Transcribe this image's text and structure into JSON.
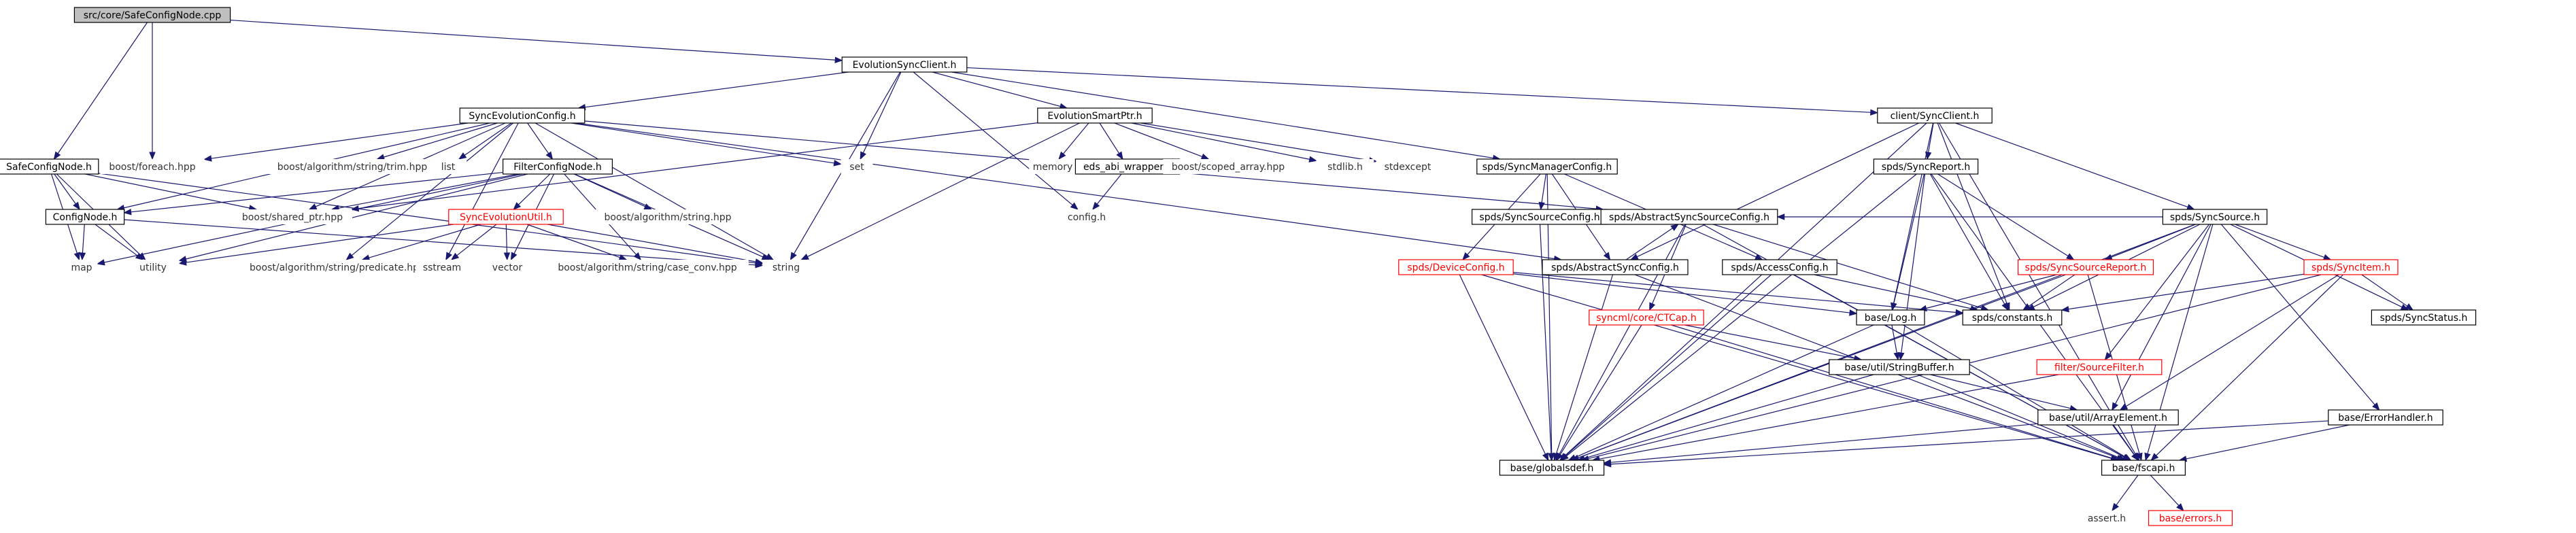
{
  "graph": {
    "nodes": [
      {
        "id": "root",
        "label": "src/core/SafeConfigNode.cpp",
        "style": "root",
        "interactable": true
      },
      {
        "id": "evo_client",
        "label": "EvolutionSyncClient.h",
        "style": "box",
        "interactable": true
      },
      {
        "id": "safecfg",
        "label": "SafeConfigNode.h",
        "style": "box",
        "interactable": true
      },
      {
        "id": "foreach",
        "label": "boost/foreach.hpp",
        "style": "plain",
        "interactable": false
      },
      {
        "id": "syncevo_cfg",
        "label": "SyncEvolutionConfig.h",
        "style": "box",
        "interactable": true
      },
      {
        "id": "evo_smart",
        "label": "EvolutionSmartPtr.h",
        "style": "box",
        "interactable": true
      },
      {
        "id": "client_sync",
        "label": "client/SyncClient.h",
        "style": "box",
        "interactable": true
      },
      {
        "id": "trim",
        "label": "boost/algorithm/string/trim.hpp",
        "style": "plain",
        "interactable": false
      },
      {
        "id": "list",
        "label": "list",
        "style": "plain",
        "interactable": false
      },
      {
        "id": "set",
        "label": "set",
        "style": "plain",
        "interactable": false
      },
      {
        "id": "memory",
        "label": "memory",
        "style": "plain",
        "interactable": false
      },
      {
        "id": "eds_abi",
        "label": "eds_abi_wrapper.h",
        "style": "box",
        "interactable": true
      },
      {
        "id": "scoped_array",
        "label": "boost/scoped_array.hpp",
        "style": "plain",
        "interactable": false
      },
      {
        "id": "stdlib",
        "label": "stdlib.h",
        "style": "plain",
        "interactable": false
      },
      {
        "id": "stdexcept",
        "label": "stdexcept",
        "style": "plain",
        "interactable": false
      },
      {
        "id": "filter_cfg",
        "label": "FilterConfigNode.h",
        "style": "box",
        "interactable": true
      },
      {
        "id": "cfgnode",
        "label": "ConfigNode.h",
        "style": "box",
        "interactable": true
      },
      {
        "id": "shared_ptr",
        "label": "boost/shared_ptr.hpp",
        "style": "plain",
        "interactable": false
      },
      {
        "id": "syncevo_util",
        "label": "SyncEvolutionUtil.h",
        "style": "red",
        "interactable": true
      },
      {
        "id": "alg_string",
        "label": "boost/algorithm/string.hpp",
        "style": "plain",
        "interactable": false
      },
      {
        "id": "config_h",
        "label": "config.h",
        "style": "plain",
        "interactable": false
      },
      {
        "id": "spds_mgr",
        "label": "spds/SyncManagerConfig.h",
        "style": "box",
        "interactable": true
      },
      {
        "id": "spds_report",
        "label": "spds/SyncReport.h",
        "style": "box",
        "interactable": true
      },
      {
        "id": "spds_srccfg",
        "label": "spds/SyncSourceConfig.h",
        "style": "box",
        "interactable": true
      },
      {
        "id": "spds_abssrccfg",
        "label": "spds/AbstractSyncSourceConfig.h",
        "style": "box",
        "interactable": true
      },
      {
        "id": "spds_source",
        "label": "spds/SyncSource.h",
        "style": "box",
        "interactable": true
      },
      {
        "id": "map",
        "label": "map",
        "style": "plain",
        "interactable": false
      },
      {
        "id": "utility",
        "label": "utility",
        "style": "plain",
        "interactable": false
      },
      {
        "id": "predicate",
        "label": "boost/algorithm/string/predicate.hpp",
        "style": "plain",
        "interactable": false
      },
      {
        "id": "sstream",
        "label": "sstream",
        "style": "plain",
        "interactable": false
      },
      {
        "id": "vector",
        "label": "vector",
        "style": "plain",
        "interactable": false
      },
      {
        "id": "case_conv",
        "label": "boost/algorithm/string/case_conv.hpp",
        "style": "plain",
        "interactable": false
      },
      {
        "id": "string",
        "label": "string",
        "style": "plain",
        "interactable": false
      },
      {
        "id": "spds_devcfg",
        "label": "spds/DeviceConfig.h",
        "style": "red",
        "interactable": true
      },
      {
        "id": "spds_abscfg",
        "label": "spds/AbstractSyncConfig.h",
        "style": "box",
        "interactable": true
      },
      {
        "id": "spds_access",
        "label": "spds/AccessConfig.h",
        "style": "box",
        "interactable": true
      },
      {
        "id": "spds_srcreport",
        "label": "spds/SyncSourceReport.h",
        "style": "red",
        "interactable": true
      },
      {
        "id": "spds_item",
        "label": "spds/SyncItem.h",
        "style": "red",
        "interactable": true
      },
      {
        "id": "syncml_ctcap",
        "label": "syncml/core/CTCap.h",
        "style": "red",
        "interactable": true
      },
      {
        "id": "base_log",
        "label": "base/Log.h",
        "style": "box",
        "interactable": true
      },
      {
        "id": "spds_const",
        "label": "spds/constants.h",
        "style": "box",
        "interactable": true
      },
      {
        "id": "spds_status",
        "label": "spds/SyncStatus.h",
        "style": "box",
        "interactable": true
      },
      {
        "id": "strbuf",
        "label": "base/util/StringBuffer.h",
        "style": "box",
        "interactable": true
      },
      {
        "id": "filter_src",
        "label": "filter/SourceFilter.h",
        "style": "red",
        "interactable": true
      },
      {
        "id": "arrelem",
        "label": "base/util/ArrayElement.h",
        "style": "box",
        "interactable": true
      },
      {
        "id": "errhandler",
        "label": "base/ErrorHandler.h",
        "style": "box",
        "interactable": true
      },
      {
        "id": "globaldef",
        "label": "base/globalsdef.h",
        "style": "box",
        "interactable": true
      },
      {
        "id": "fscapi",
        "label": "base/fscapi.h",
        "style": "box",
        "interactable": true
      },
      {
        "id": "assert_h",
        "label": "assert.h",
        "style": "plain",
        "interactable": false
      },
      {
        "id": "errors_h",
        "label": "base/errors.h",
        "style": "red",
        "interactable": true
      }
    ],
    "edges": [
      [
        "root",
        "evo_client"
      ],
      [
        "root",
        "safecfg"
      ],
      [
        "root",
        "foreach"
      ],
      [
        "evo_client",
        "syncevo_cfg"
      ],
      [
        "evo_client",
        "evo_smart"
      ],
      [
        "evo_client",
        "client_sync"
      ],
      [
        "evo_client",
        "set"
      ],
      [
        "evo_client",
        "config_h"
      ],
      [
        "evo_client",
        "string"
      ],
      [
        "evo_client",
        "spds_mgr"
      ],
      [
        "safecfg",
        "cfgnode"
      ],
      [
        "safecfg",
        "shared_ptr"
      ],
      [
        "safecfg",
        "map"
      ],
      [
        "safecfg",
        "utility"
      ],
      [
        "safecfg",
        "string"
      ],
      [
        "syncevo_cfg",
        "foreach"
      ],
      [
        "syncevo_cfg",
        "trim"
      ],
      [
        "syncevo_cfg",
        "list"
      ],
      [
        "syncevo_cfg",
        "set"
      ],
      [
        "syncevo_cfg",
        "filter_cfg"
      ],
      [
        "syncevo_cfg",
        "shared_ptr"
      ],
      [
        "syncevo_cfg",
        "spds_abssrccfg"
      ],
      [
        "syncevo_cfg",
        "spds_abscfg"
      ],
      [
        "syncevo_cfg",
        "string"
      ],
      [
        "syncevo_cfg",
        "sstream"
      ],
      [
        "syncevo_cfg",
        "predicate"
      ],
      [
        "syncevo_cfg",
        "cfgnode"
      ],
      [
        "evo_smart",
        "memory"
      ],
      [
        "evo_smart",
        "eds_abi"
      ],
      [
        "evo_smart",
        "scoped_array"
      ],
      [
        "evo_smart",
        "stdlib"
      ],
      [
        "evo_smart",
        "stdexcept"
      ],
      [
        "evo_smart",
        "shared_ptr"
      ],
      [
        "evo_smart",
        "string"
      ],
      [
        "eds_abi",
        "config_h"
      ],
      [
        "filter_cfg",
        "cfgnode"
      ],
      [
        "filter_cfg",
        "shared_ptr"
      ],
      [
        "filter_cfg",
        "syncevo_util"
      ],
      [
        "filter_cfg",
        "alg_string"
      ],
      [
        "filter_cfg",
        "string"
      ],
      [
        "filter_cfg",
        "map"
      ],
      [
        "filter_cfg",
        "utility"
      ],
      [
        "filter_cfg",
        "vector"
      ],
      [
        "filter_cfg",
        "case_conv"
      ],
      [
        "cfgnode",
        "map"
      ],
      [
        "cfgnode",
        "utility"
      ],
      [
        "cfgnode",
        "string"
      ],
      [
        "syncevo_util",
        "utility"
      ],
      [
        "syncevo_util",
        "predicate"
      ],
      [
        "syncevo_util",
        "sstream"
      ],
      [
        "syncevo_util",
        "vector"
      ],
      [
        "syncevo_util",
        "case_conv"
      ],
      [
        "syncevo_util",
        "string"
      ],
      [
        "client_sync",
        "spds_report"
      ],
      [
        "client_sync",
        "spds_abscfg"
      ],
      [
        "client_sync",
        "spds_source"
      ],
      [
        "client_sync",
        "base_log"
      ],
      [
        "client_sync",
        "spds_const"
      ],
      [
        "client_sync",
        "globaldef"
      ],
      [
        "client_sync",
        "fscapi"
      ],
      [
        "spds_mgr",
        "spds_srccfg"
      ],
      [
        "spds_mgr",
        "spds_devcfg"
      ],
      [
        "spds_mgr",
        "spds_abscfg"
      ],
      [
        "spds_mgr",
        "spds_access"
      ],
      [
        "spds_mgr",
        "globaldef"
      ],
      [
        "spds_srccfg",
        "spds_abssrccfg"
      ],
      [
        "spds_srccfg",
        "globaldef"
      ],
      [
        "spds_abscfg",
        "spds_abssrccfg"
      ],
      [
        "spds_abscfg",
        "fscapi"
      ],
      [
        "spds_abscfg",
        "globaldef"
      ],
      [
        "spds_access",
        "spds_const"
      ],
      [
        "spds_access",
        "fscapi"
      ],
      [
        "spds_access",
        "globaldef"
      ],
      [
        "spds_devcfg",
        "spds_const"
      ],
      [
        "spds_devcfg",
        "fscapi"
      ],
      [
        "spds_devcfg",
        "globaldef"
      ],
      [
        "spds_devcfg",
        "base_log"
      ],
      [
        "spds_abssrccfg",
        "syncml_ctcap"
      ],
      [
        "spds_abssrccfg",
        "spds_const"
      ],
      [
        "spds_abssrccfg",
        "fscapi"
      ],
      [
        "spds_abssrccfg",
        "globaldef"
      ],
      [
        "spds_report",
        "spds_srcreport"
      ],
      [
        "spds_report",
        "spds_const"
      ],
      [
        "spds_report",
        "base_log"
      ],
      [
        "spds_report",
        "strbuf"
      ],
      [
        "spds_report",
        "fscapi"
      ],
      [
        "spds_report",
        "globaldef"
      ],
      [
        "spds_source",
        "spds_srcreport"
      ],
      [
        "spds_source",
        "spds_item"
      ],
      [
        "spds_source",
        "spds_const"
      ],
      [
        "spds_source",
        "spds_status"
      ],
      [
        "spds_source",
        "filter_src"
      ],
      [
        "spds_source",
        "arrelem"
      ],
      [
        "spds_source",
        "errhandler"
      ],
      [
        "spds_source",
        "fscapi"
      ],
      [
        "spds_source",
        "globaldef"
      ],
      [
        "spds_source",
        "spds_abssrccfg"
      ],
      [
        "spds_srcreport",
        "spds_const"
      ],
      [
        "spds_srcreport",
        "base_log"
      ],
      [
        "spds_srcreport",
        "fscapi"
      ],
      [
        "spds_srcreport",
        "globaldef"
      ],
      [
        "spds_item",
        "spds_const"
      ],
      [
        "spds_item",
        "spds_status"
      ],
      [
        "spds_item",
        "arrelem"
      ],
      [
        "spds_item",
        "fscapi"
      ],
      [
        "spds_item",
        "globaldef"
      ],
      [
        "syncml_ctcap",
        "strbuf"
      ],
      [
        "syncml_ctcap",
        "fscapi"
      ],
      [
        "syncml_ctcap",
        "globaldef"
      ],
      [
        "base_log",
        "strbuf"
      ],
      [
        "base_log",
        "fscapi"
      ],
      [
        "base_log",
        "globaldef"
      ],
      [
        "strbuf",
        "arrelem"
      ],
      [
        "strbuf",
        "fscapi"
      ],
      [
        "strbuf",
        "globaldef"
      ],
      [
        "filter_src",
        "globaldef"
      ],
      [
        "arrelem",
        "fscapi"
      ],
      [
        "arrelem",
        "globaldef"
      ],
      [
        "errhandler",
        "fscapi"
      ],
      [
        "errhandler",
        "globaldef"
      ],
      [
        "fscapi",
        "assert_h"
      ],
      [
        "fscapi",
        "errors_h"
      ]
    ]
  },
  "colors": {
    "edge": "#191970",
    "red_node": "#ff0000",
    "root_fill": "#bfbfbf",
    "plain_text": "#333333"
  }
}
